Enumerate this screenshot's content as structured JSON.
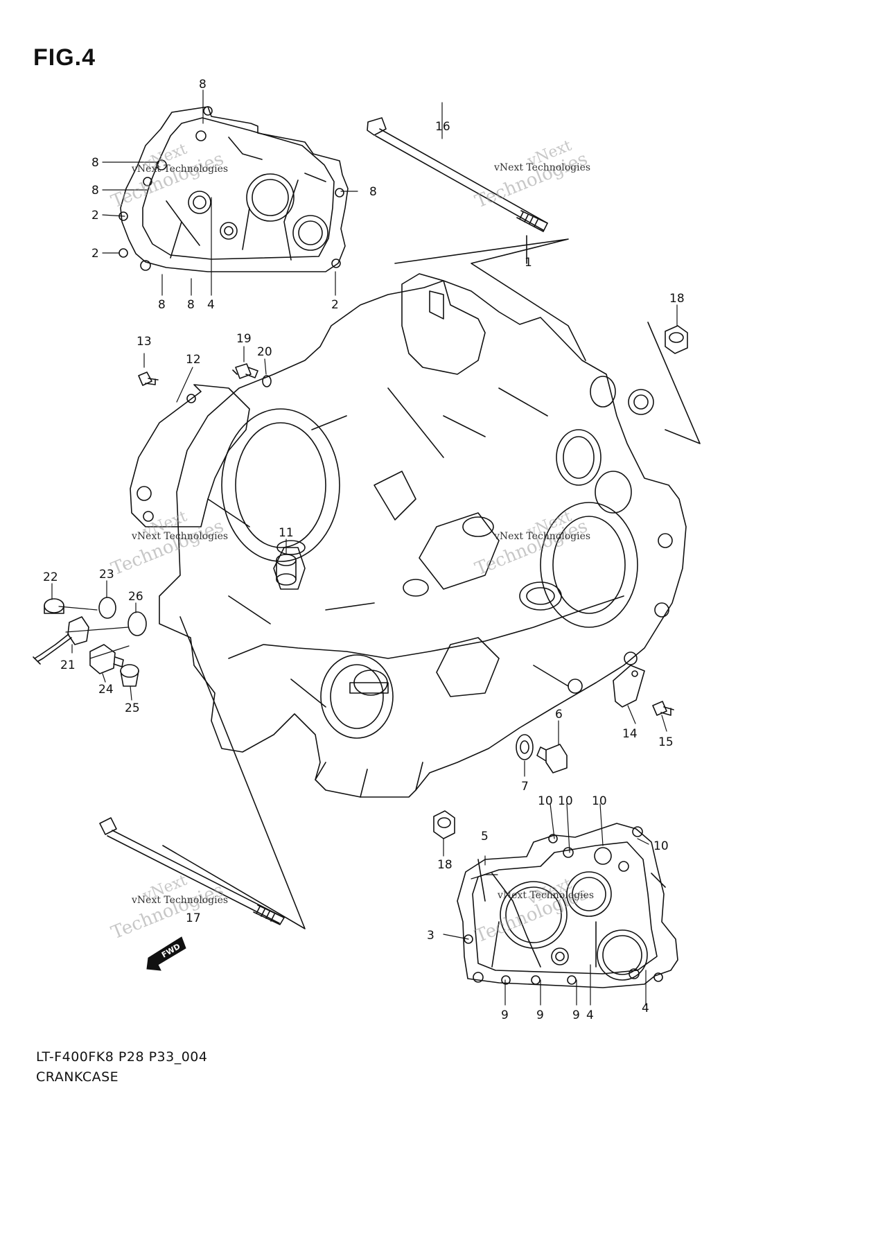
{
  "figure": {
    "title": "FIG.4"
  },
  "caption": {
    "model_code": "LT-F400FK8 P28 P33_004",
    "part_name": "CRANKCASE"
  },
  "watermark": {
    "line1": "vNext",
    "line2": "Technologies",
    "small": "vNext Technologies"
  },
  "fwd_label": "FWD",
  "callouts": {
    "c1": "1",
    "c2": "2",
    "c3": "3",
    "c4": "4",
    "c5": "5",
    "c6": "6",
    "c7": "7",
    "c8": "8",
    "c9": "9",
    "c10": "10",
    "c11": "11",
    "c12": "12",
    "c13": "13",
    "c14": "14",
    "c15": "15",
    "c16": "16",
    "c17": "17",
    "c18": "18",
    "c19": "19",
    "c20": "20",
    "c21": "21",
    "c22": "22",
    "c23": "23",
    "c24": "24",
    "c25": "25",
    "c26": "26"
  },
  "colors": {
    "line": "#111111",
    "watermark": "#9a9a9a",
    "background": "#ffffff"
  }
}
